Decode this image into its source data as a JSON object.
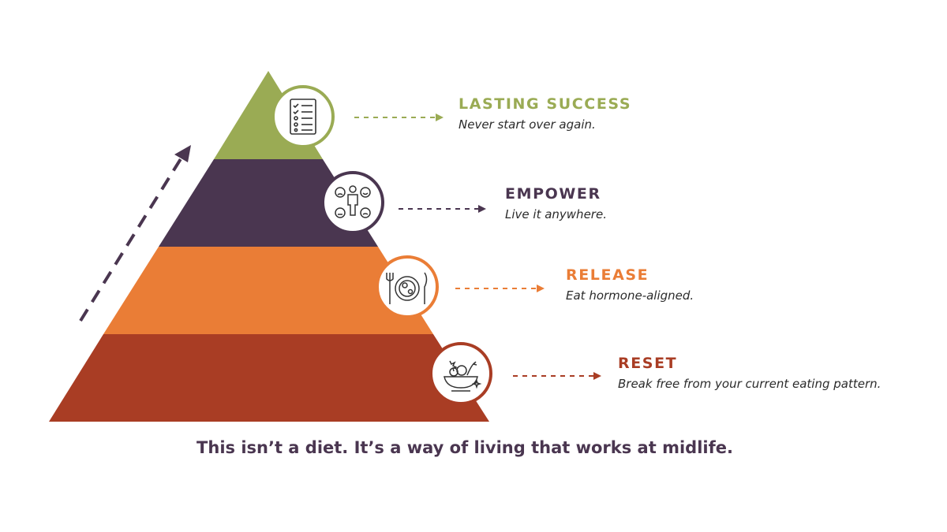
{
  "levels": [
    {
      "key": "lasting-success",
      "title": "LASTING SUCCESS",
      "subtitle": "Never start over again.",
      "color": "#9aab54",
      "icon": "checklist-icon"
    },
    {
      "key": "empower",
      "title": "EMPOWER",
      "subtitle": "Live it anywhere.",
      "color": "#4a3650",
      "icon": "person-moods-icon"
    },
    {
      "key": "release",
      "title": "RELEASE",
      "subtitle": "Eat hormone-aligned.",
      "color": "#ea7d36",
      "icon": "plate-fork-knife-icon"
    },
    {
      "key": "reset",
      "title": "RESET",
      "subtitle": "Break free from your current eating pattern.",
      "color": "#a93d24",
      "icon": "salad-bowl-icon"
    }
  ],
  "tagline": "This isn’t a diet. It’s a way of living that works at midlife.",
  "arrow_color": "#4a3650"
}
